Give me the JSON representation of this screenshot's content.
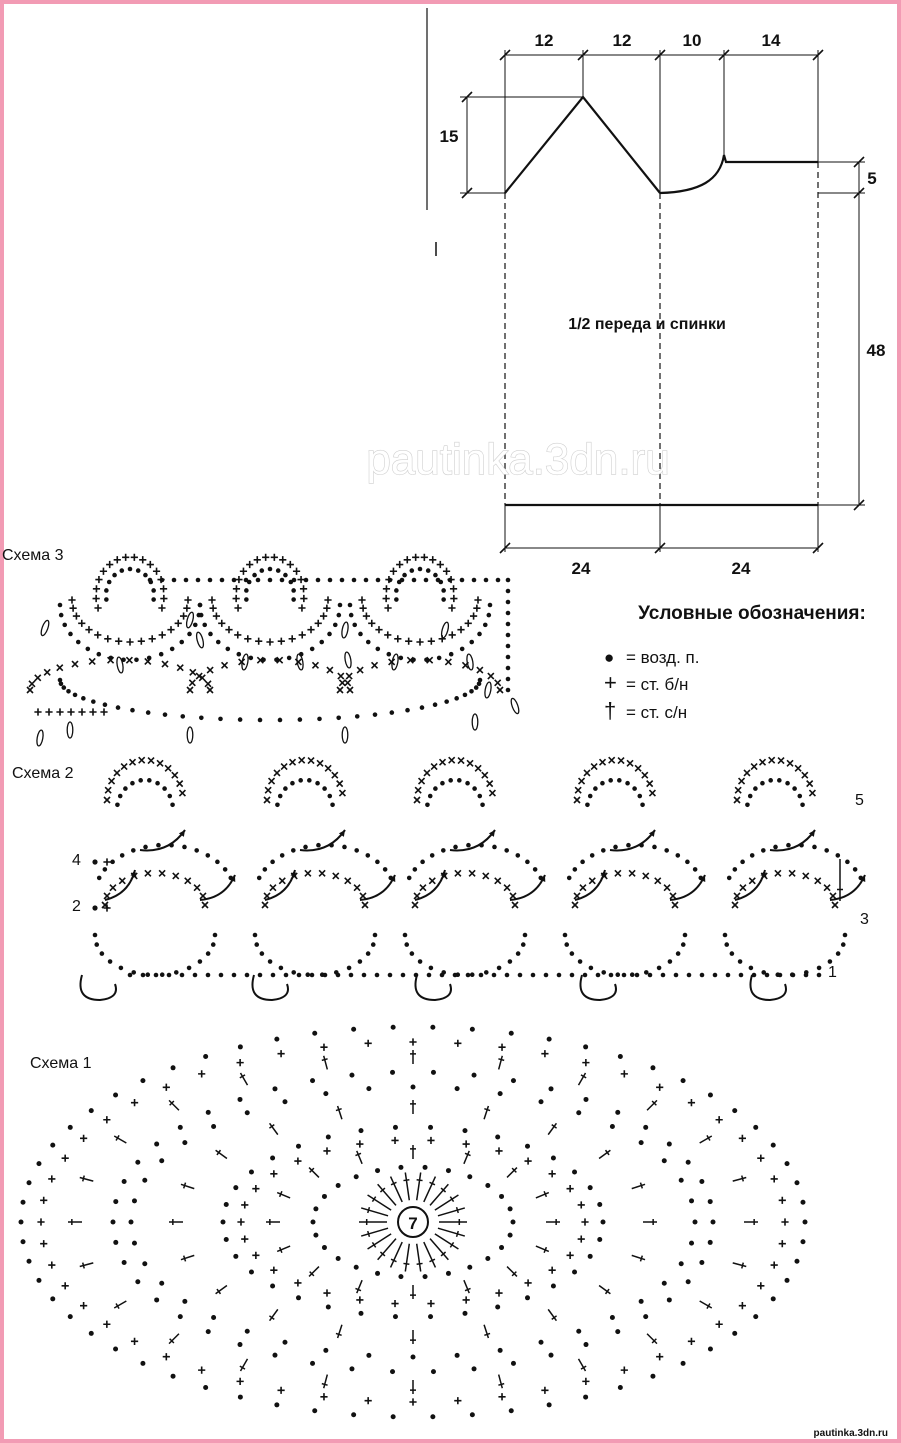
{
  "pattern": {
    "dimensions_top": [
      "12",
      "12",
      "10",
      "14"
    ],
    "dimensions_bottom": [
      "24",
      "24"
    ],
    "dim_left": "15",
    "dim_right_top": "5",
    "dim_right": "48",
    "piece_label": "1/2 переда и спинки"
  },
  "watermark": {
    "text": "pautinka.3dn.ru",
    "footer": "pautinka.3dn.ru"
  },
  "legend": {
    "title": "Условные обозначения:",
    "items": [
      {
        "symbol": "●",
        "text": "= возд. п."
      },
      {
        "symbol": "+",
        "text": "= ст. б/н"
      },
      {
        "symbol": "†",
        "text": "= ст. с/н"
      }
    ]
  },
  "schemes": {
    "scheme3_label": "Схема 3",
    "scheme2_label": "Схема 2",
    "scheme1_label": "Схема 1",
    "scheme2_rows": [
      "4",
      "2",
      "5",
      "3",
      "1"
    ],
    "scheme1_center": "7"
  },
  "colors": {
    "frame": "#f29bb4",
    "ink": "#111111"
  }
}
